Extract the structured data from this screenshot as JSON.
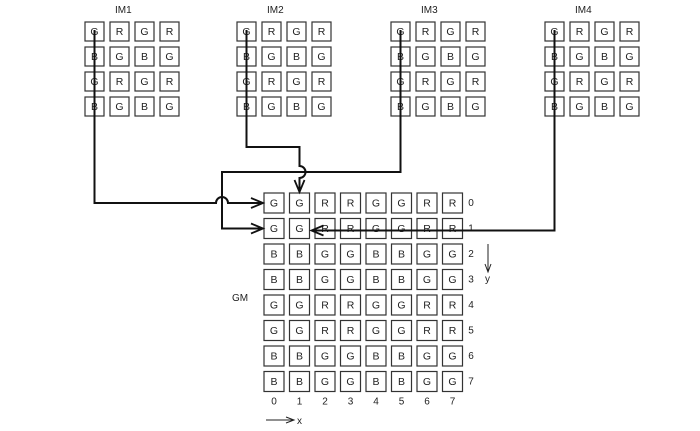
{
  "diagram": {
    "source_images": [
      {
        "id": "IM1",
        "label": "IM1",
        "cells": [
          [
            "G",
            "R",
            "G",
            "R"
          ],
          [
            "B",
            "G",
            "B",
            "G"
          ],
          [
            "G",
            "R",
            "G",
            "R"
          ],
          [
            "B",
            "G",
            "B",
            "G"
          ]
        ]
      },
      {
        "id": "IM2",
        "label": "IM2",
        "cells": [
          [
            "G",
            "R",
            "G",
            "R"
          ],
          [
            "B",
            "G",
            "B",
            "G"
          ],
          [
            "G",
            "R",
            "G",
            "R"
          ],
          [
            "B",
            "G",
            "B",
            "G"
          ]
        ]
      },
      {
        "id": "IM3",
        "label": "IM3",
        "cells": [
          [
            "G",
            "R",
            "G",
            "R"
          ],
          [
            "B",
            "G",
            "B",
            "G"
          ],
          [
            "G",
            "R",
            "G",
            "R"
          ],
          [
            "B",
            "G",
            "B",
            "G"
          ]
        ]
      },
      {
        "id": "IM4",
        "label": "IM4",
        "cells": [
          [
            "G",
            "R",
            "G",
            "R"
          ],
          [
            "B",
            "G",
            "B",
            "G"
          ],
          [
            "G",
            "R",
            "G",
            "R"
          ],
          [
            "B",
            "G",
            "B",
            "G"
          ]
        ]
      }
    ],
    "combined_image": {
      "label": "GM",
      "cells": [
        [
          "G",
          "G",
          "R",
          "R",
          "G",
          "G",
          "R",
          "R"
        ],
        [
          "G",
          "G",
          "R",
          "R",
          "G",
          "G",
          "R",
          "R"
        ],
        [
          "B",
          "B",
          "G",
          "G",
          "B",
          "B",
          "G",
          "G"
        ],
        [
          "B",
          "B",
          "G",
          "G",
          "B",
          "B",
          "G",
          "G"
        ],
        [
          "G",
          "G",
          "R",
          "R",
          "G",
          "G",
          "R",
          "R"
        ],
        [
          "G",
          "G",
          "R",
          "R",
          "G",
          "G",
          "R",
          "R"
        ],
        [
          "B",
          "B",
          "G",
          "G",
          "B",
          "B",
          "G",
          "G"
        ],
        [
          "B",
          "B",
          "G",
          "G",
          "B",
          "B",
          "G",
          "G"
        ]
      ],
      "x_indices": [
        "0",
        "1",
        "2",
        "3",
        "4",
        "5",
        "6",
        "7"
      ],
      "y_indices": [
        "0",
        "1",
        "2",
        "3",
        "4",
        "5",
        "6",
        "7"
      ],
      "x_axis_label": "x",
      "y_axis_label": "y"
    },
    "connections": [
      {
        "from": "IM1",
        "from_column": 0,
        "to_cell": [
          0,
          0
        ]
      },
      {
        "from": "IM2",
        "from_column": 0,
        "to_cell": [
          1,
          0
        ]
      },
      {
        "from": "IM3",
        "from_column": 0,
        "to_cell": [
          0,
          1
        ]
      },
      {
        "from": "IM4",
        "from_column": 0,
        "to_cell": [
          1,
          1
        ]
      }
    ]
  }
}
